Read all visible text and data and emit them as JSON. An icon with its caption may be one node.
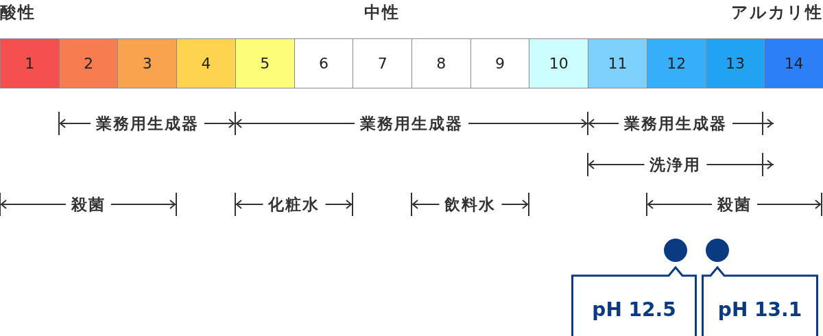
{
  "diagram": {
    "nodes": [
      {
        "text": [
          "1"
        ]
      },
      {
        "text": [
          "2"
        ]
      },
      {
        "text": [
          "3"
        ]
      },
      {
        "text": [
          "4"
        ]
      },
      {
        "text": [
          "5"
        ]
      },
      {
        "text": [
          "6"
        ]
      },
      {
        "text": [
          "7"
        ]
      },
      {
        "text": [
          "8"
        ]
      },
      {
        "text": [
          "9"
        ]
      },
      {
        "text": [
          "10"
        ]
      },
      {
        "text": [
          "11"
        ]
      },
      {
        "text": [
          "12"
        ]
      },
      {
        "text": [
          "13"
        ]
      },
      {
        "text": [
          "14"
        ]
      },
      {
        "text": [
          "pH 12.5"
        ]
      },
      {
        "text": [
          "pH 13.1"
        ]
      }
    ],
    "labels": [
      "酸性",
      "中性",
      "アルカリ性",
      "業務用生成器",
      "業務用生成器",
      "業務用生成器",
      "洗浄用",
      "殺菌",
      "化粧水",
      "飲料水",
      "殺菌"
    ]
  }
}
